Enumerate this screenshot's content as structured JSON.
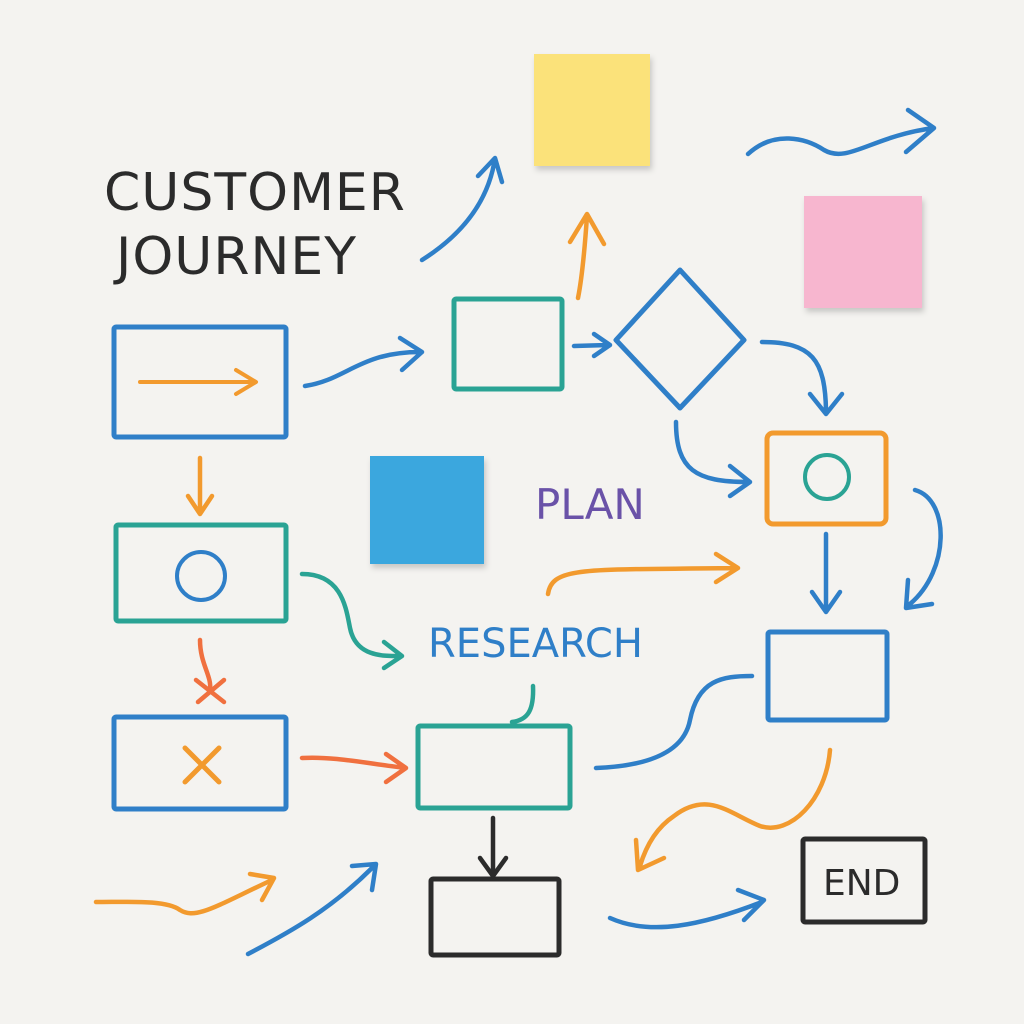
{
  "title": {
    "line1": "CUSTOMER",
    "line2": "JOURNEY"
  },
  "labels": {
    "plan": "PLAN",
    "research": "RESEARCH",
    "end": "END"
  },
  "colors": {
    "background": "#f4f3f0",
    "blue": "#2f7fc8",
    "teal": "#2aa394",
    "orange": "#f29a2e",
    "coral": "#f0703f",
    "purple": "#6a52a8",
    "black": "#2b2b2b",
    "sticky_yellow": "#fbe27a",
    "sticky_pink": "#f7b6cf",
    "sticky_blue": "#3aa7de"
  },
  "icons": [
    "arrow-icon",
    "circle-icon",
    "x-icon",
    "diamond-icon"
  ]
}
